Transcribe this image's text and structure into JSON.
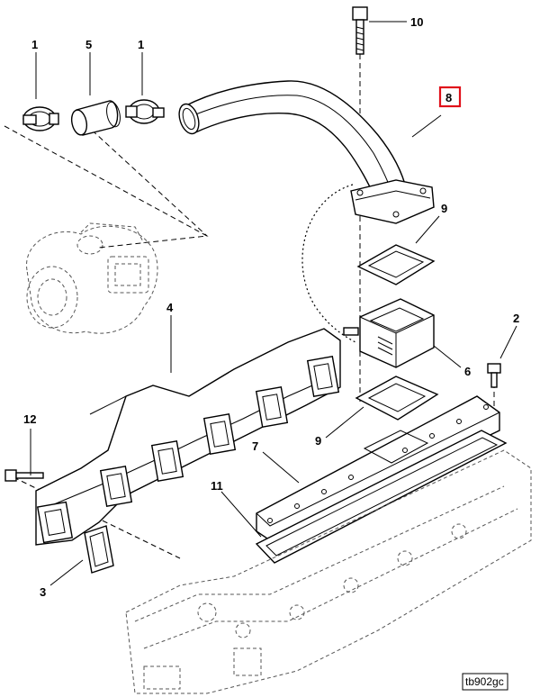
{
  "callouts": {
    "c1a": "1",
    "c5": "5",
    "c1b": "1",
    "c10": "10",
    "c8": "8",
    "c9a": "9",
    "c2": "2",
    "c4": "4",
    "c6": "6",
    "c9b": "9",
    "c7": "7",
    "c11": "11",
    "c12": "12",
    "c3": "3"
  },
  "highlighted_part": "8",
  "reference_code": "tb902gc",
  "colors": {
    "highlight": "#e0101a",
    "line": "#000000"
  }
}
